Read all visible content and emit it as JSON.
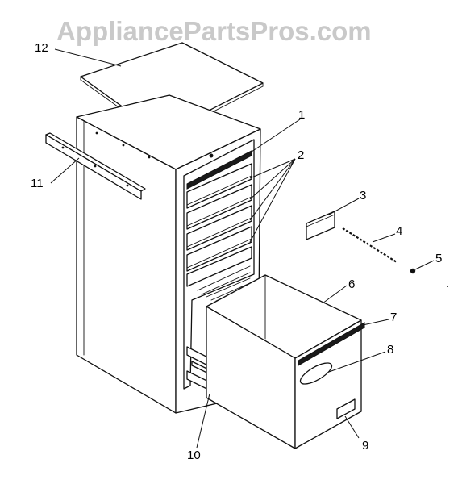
{
  "watermark": "AppliancePartsPros.com",
  "callouts": {
    "c1": "1",
    "c2": "2",
    "c3": "3",
    "c4": "4",
    "c5": "5",
    "c6": "6",
    "c7": "7",
    "c8": "8",
    "c9": "9",
    "c10": "10",
    "c11": "11",
    "c12": "12"
  },
  "colors": {
    "ink": "#111111",
    "watermark": "#c9c9c9",
    "background": "#ffffff"
  }
}
